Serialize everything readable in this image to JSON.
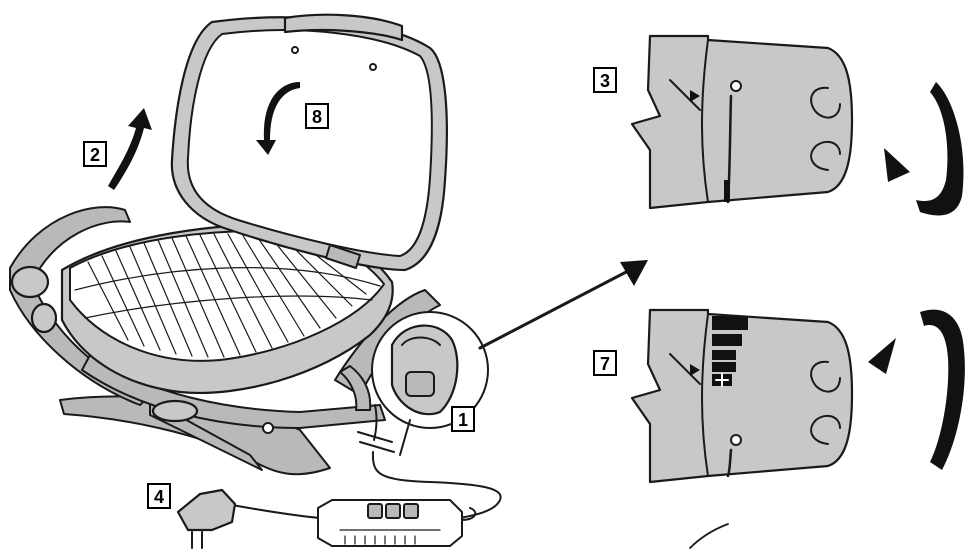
{
  "labels": {
    "step1": "1",
    "step2": "2",
    "step3": "3",
    "step4": "4",
    "step7": "7",
    "step8": "8"
  },
  "icons": [
    "grill-illustration",
    "rotate-arrow-icon",
    "pointer-arrow-icon",
    "power-cord-icon",
    "control-knob-icon"
  ],
  "colors": {
    "knob_fill": "#c8c8c8",
    "outline": "#1a1a1a",
    "arrow": "#000000"
  }
}
